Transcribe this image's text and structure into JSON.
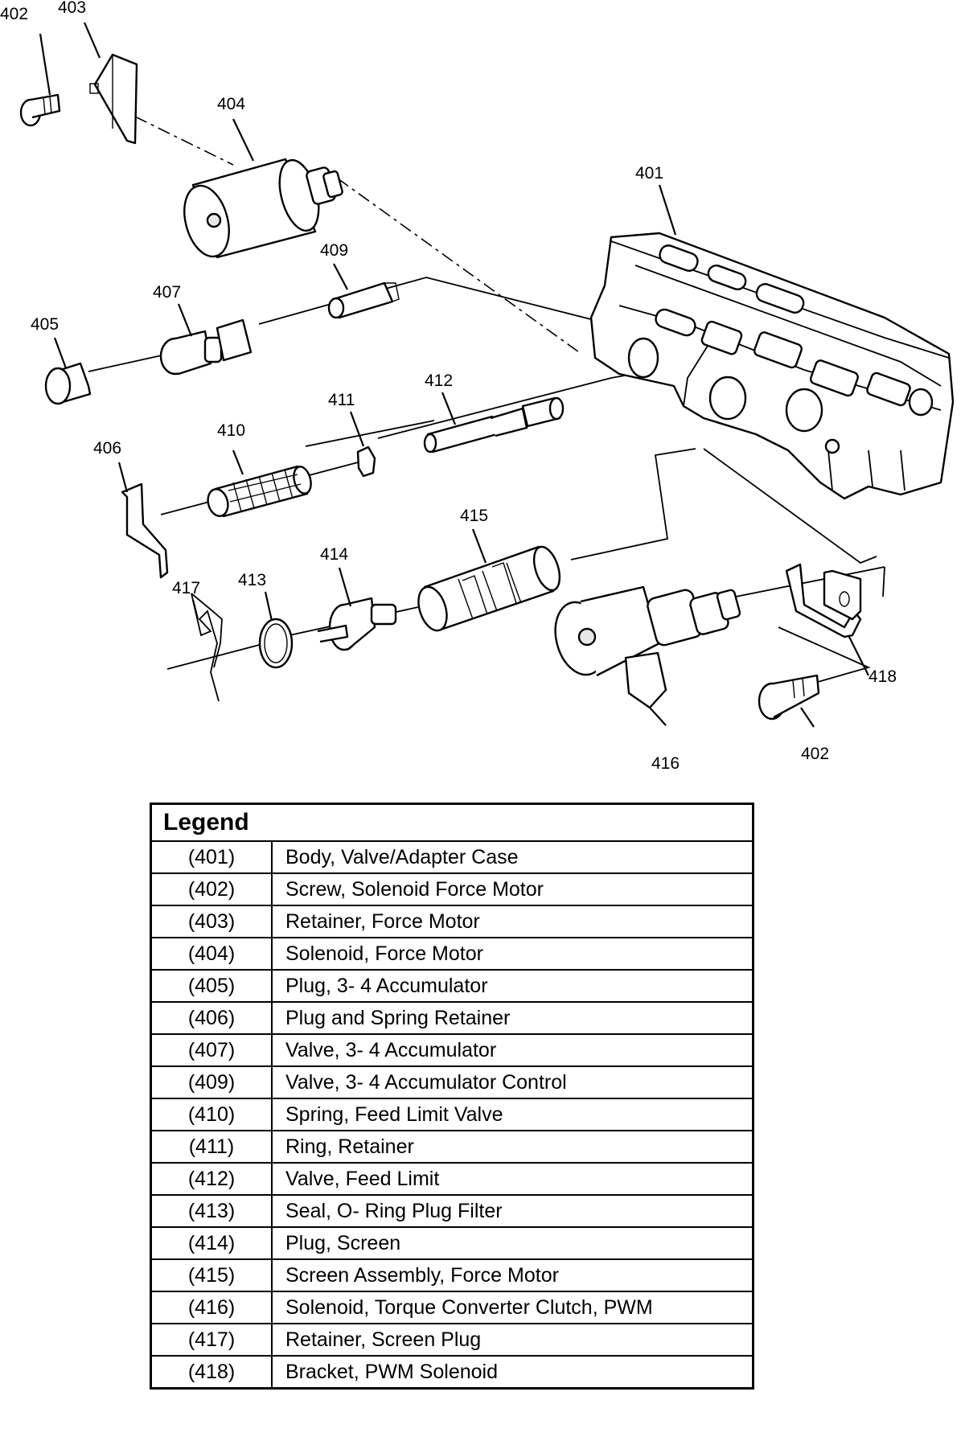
{
  "callouts": {
    "c401": "401",
    "c402a": "402",
    "c402b": "402",
    "c403": "403",
    "c404": "404",
    "c405": "405",
    "c406": "406",
    "c407": "407",
    "c409": "409",
    "c410": "410",
    "c411": "411",
    "c412": "412",
    "c413": "413",
    "c414": "414",
    "c415": "415",
    "c416": "416",
    "c417": "417",
    "c418": "418"
  },
  "legend": {
    "title": "Legend",
    "rows": [
      {
        "num": "(401)",
        "desc": "Body, Valve/Adapter Case"
      },
      {
        "num": "(402)",
        "desc": "Screw, Solenoid Force Motor"
      },
      {
        "num": "(403)",
        "desc": "Retainer, Force Motor"
      },
      {
        "num": "(404)",
        "desc": "Solenoid, Force Motor"
      },
      {
        "num": "(405)",
        "desc": "Plug, 3- 4 Accumulator"
      },
      {
        "num": "(406)",
        "desc": "Plug and Spring Retainer"
      },
      {
        "num": "(407)",
        "desc": "Valve, 3- 4 Accumulator"
      },
      {
        "num": "(409)",
        "desc": "Valve, 3- 4 Accumulator Control"
      },
      {
        "num": "(410)",
        "desc": "Spring, Feed Limit Valve"
      },
      {
        "num": "(411)",
        "desc": "Ring, Retainer"
      },
      {
        "num": "(412)",
        "desc": "Valve, Feed Limit"
      },
      {
        "num": "(413)",
        "desc": "Seal, O- Ring Plug Filter"
      },
      {
        "num": "(414)",
        "desc": "Plug, Screen"
      },
      {
        "num": "(415)",
        "desc": "Screen Assembly, Force Motor"
      },
      {
        "num": "(416)",
        "desc": "Solenoid, Torque Converter Clutch, PWM"
      },
      {
        "num": "(417)",
        "desc": "Retainer, Screen Plug"
      },
      {
        "num": "(418)",
        "desc": "Bracket, PWM Solenoid"
      }
    ]
  }
}
